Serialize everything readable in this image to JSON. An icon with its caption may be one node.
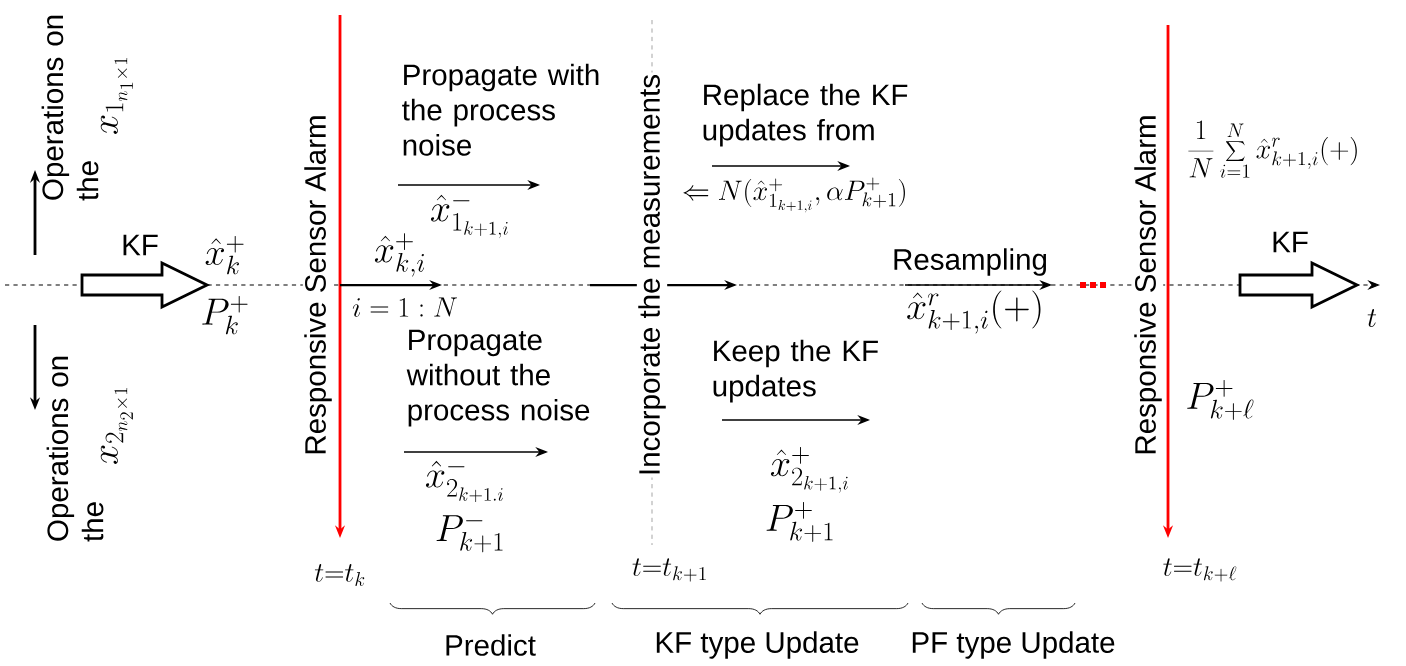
{
  "diagram": {
    "labels": [
      "Operations on the",
      "x_{1_{n_1\\times 1}}",
      "KF",
      "\\hat{x}_k^+",
      "P_k^+",
      "Operations on the",
      "x_{2_{n_2\\times 1}}",
      "Responsive Sensor Alarm",
      "t{=}t_k",
      "Propagate with the process noise",
      "\\hat{x}^-_{1_{k+1,i}}",
      "\\hat{x}^+_{k,i}",
      "i=1:N",
      "Propagate without the process noise",
      "\\hat{x}^-_{2_{k+1.i}}",
      "P^-_{k+1}",
      "Incorporate the measurements",
      "t{=}t_{k+1}",
      "Replace the KF updates from",
      "\\Leftarrow N(\\hat{x}^+_{1_{k+1,i}},\\alpha P^+_{k+1})",
      "Keep the KF updates",
      "\\hat{x}^+_{2_{k+1,i}}",
      "P^+_{k+1}",
      "Resampling",
      "\\hat{x}^r_{k+1,i}(+)",
      "Responsive Sensor Alarm",
      "\\frac{1}{N}\\sum_{i=1}^{N}\\hat{x}^r_{k+1,i}(+)",
      "P^+_{k+\\ell}",
      "t{=}t_{k+\\ell}",
      "KF",
      "t",
      "Predict",
      "KF type Update",
      "PF type Update"
    ]
  }
}
